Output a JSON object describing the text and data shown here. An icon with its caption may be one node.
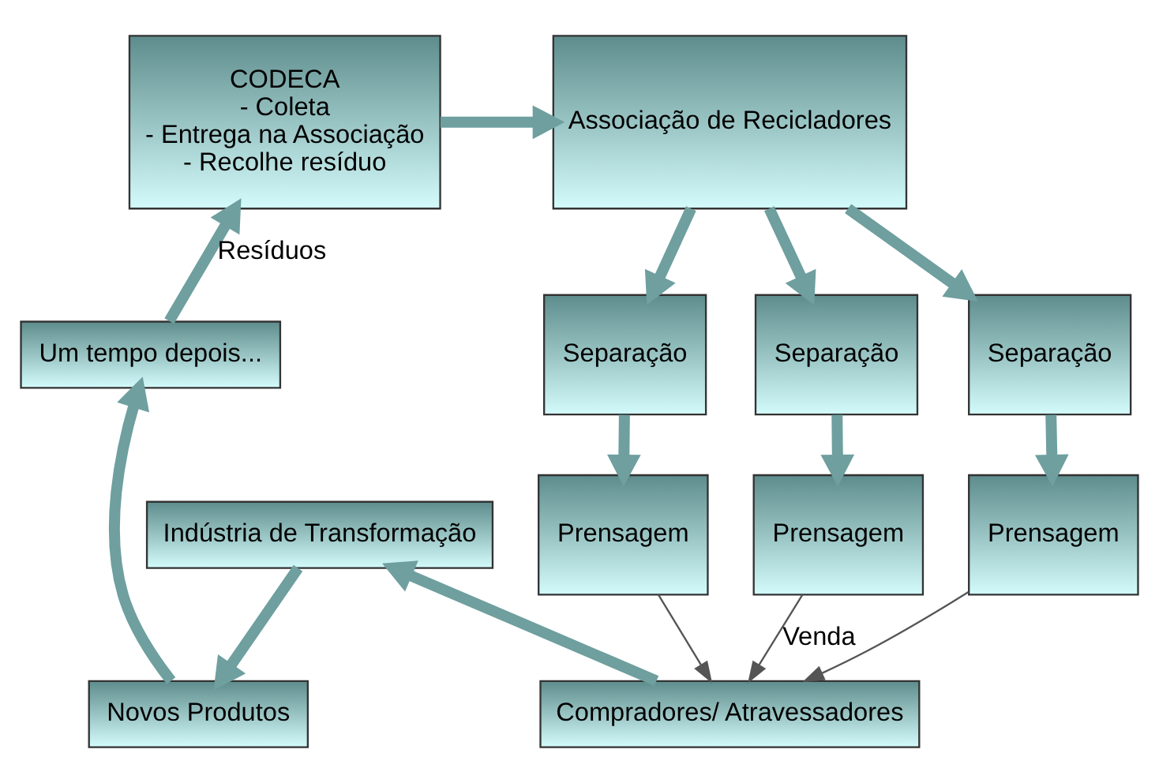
{
  "diagram": {
    "nodes": [
      {
        "text": [
          "CODECA",
          "- Coleta",
          "- Entrega na Associação",
          "- Recolhe resíduo"
        ]
      },
      {
        "text": [
          "Associação de Recicladores"
        ]
      },
      {
        "text": [
          "Separação"
        ]
      },
      {
        "text": [
          "Separação"
        ]
      },
      {
        "text": [
          "Separação"
        ]
      },
      {
        "text": [
          "Prensagem"
        ]
      },
      {
        "text": [
          "Prensagem"
        ]
      },
      {
        "text": [
          "Prensagem"
        ]
      },
      {
        "text": [
          "Compradores/ Atravessadores"
        ]
      },
      {
        "text": [
          "Indústria de Transformação"
        ]
      },
      {
        "text": [
          "Novos Produtos"
        ]
      },
      {
        "text": [
          "Um tempo depois..."
        ]
      }
    ],
    "edges": [
      {
        "from": 0,
        "to": 1,
        "arrow": "to"
      },
      {
        "from": 1,
        "to": 2,
        "arrow": "to"
      },
      {
        "from": 1,
        "to": 3,
        "arrow": "to"
      },
      {
        "from": 1,
        "to": 4,
        "arrow": "to"
      },
      {
        "from": 2,
        "to": 5,
        "arrow": "to"
      },
      {
        "from": 3,
        "to": 6,
        "arrow": "to"
      },
      {
        "from": 4,
        "to": 7,
        "arrow": "to"
      },
      {
        "from": 5,
        "to": 8,
        "arrow": "to",
        "color": "#555555"
      },
      {
        "from": 6,
        "to": 8,
        "arrow": "to",
        "color": "#555555",
        "label": "Venda"
      },
      {
        "from": 7,
        "to": 8,
        "arrow": "to",
        "color": "#555555"
      },
      {
        "from": 8,
        "to": 9,
        "arrow": "to"
      },
      {
        "from": 9,
        "to": 10,
        "arrow": "to"
      },
      {
        "from": 10,
        "to": 11,
        "arrow": "to"
      },
      {
        "from": 11,
        "to": 0,
        "arrow": "to",
        "label": "Resíduos"
      }
    ]
  }
}
